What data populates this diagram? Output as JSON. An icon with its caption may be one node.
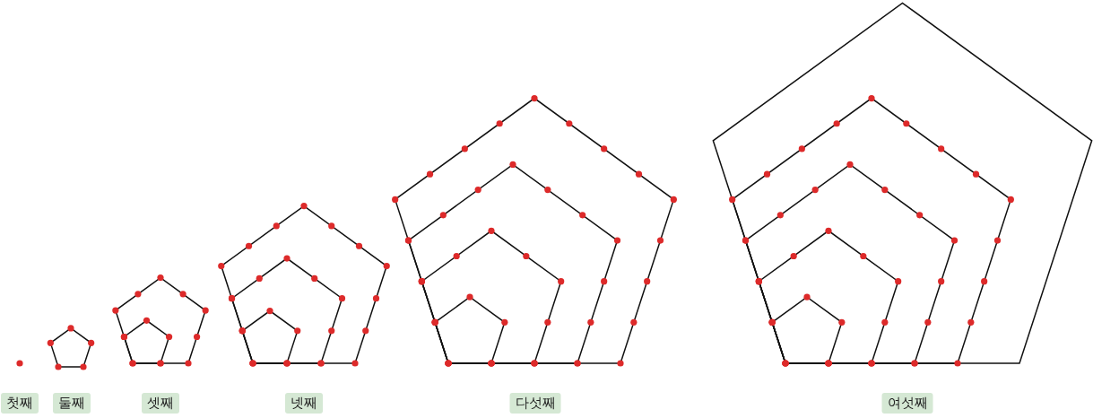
{
  "diagram": {
    "labels": [
      "첫째",
      "둘째",
      "셋째",
      "넷째",
      "다섯째",
      "여섯째"
    ]
  }
}
